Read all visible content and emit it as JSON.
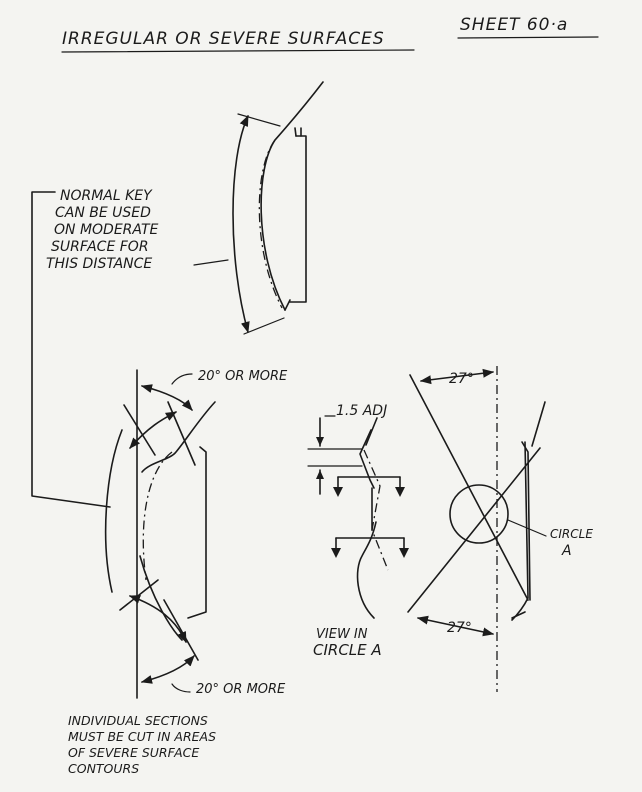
{
  "header": {
    "title": "IRREGULAR OR SEVERE SURFACES",
    "sheet": "SHEET 60·a"
  },
  "callouts": {
    "normal_key": [
      "NORMAL KEY",
      "CAN BE USED",
      "ON MODERATE",
      "SURFACE FOR",
      "THIS DISTANCE"
    ],
    "angle_top": "20° OR MORE",
    "angle_bottom": "20° OR MORE",
    "adj": "1.5 ADJ",
    "angle_27_top": "27°",
    "angle_27_bottom": "27°",
    "circle_label": [
      "CIRCLE",
      "A"
    ],
    "view_label": [
      "VIEW IN",
      "CIRCLE A"
    ]
  },
  "footnote": [
    "INDIVIDUAL SECTIONS",
    "MUST BE CUT IN AREAS",
    "OF SEVERE SURFACE",
    "CONTOURS"
  ]
}
